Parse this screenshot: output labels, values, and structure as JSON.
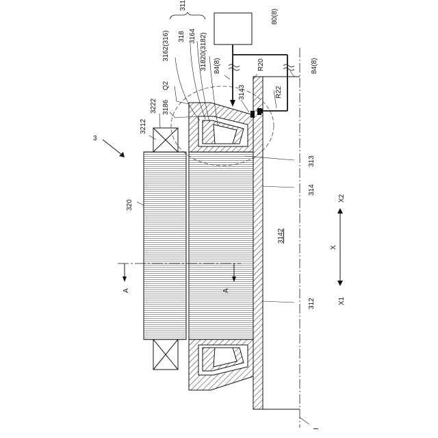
{
  "labels": {
    "fig_ref": "3",
    "rotor_stack": "320",
    "coil_end_lead": "3212",
    "coil_end": "3222",
    "weld": "3186",
    "circle_ref": "Q2",
    "brace_group": "311",
    "part_3162": "3162(316)",
    "part_318": "318",
    "part_3164": "3164",
    "part_31820": "31820(3182)",
    "pipe_84_left": "84(8)",
    "pipe_84_right": "84(8)",
    "controller": "80(8)",
    "r20": "R20",
    "r22": "R22",
    "port_3143": "3143",
    "part_313": "313",
    "part_314": "314",
    "part_3142": "3142",
    "part_312": "312",
    "section_a_left": "A",
    "section_a_right": "A",
    "axis_x": "X",
    "axis_x1": "X1",
    "axis_x2": "X2",
    "axis_line": "I"
  }
}
